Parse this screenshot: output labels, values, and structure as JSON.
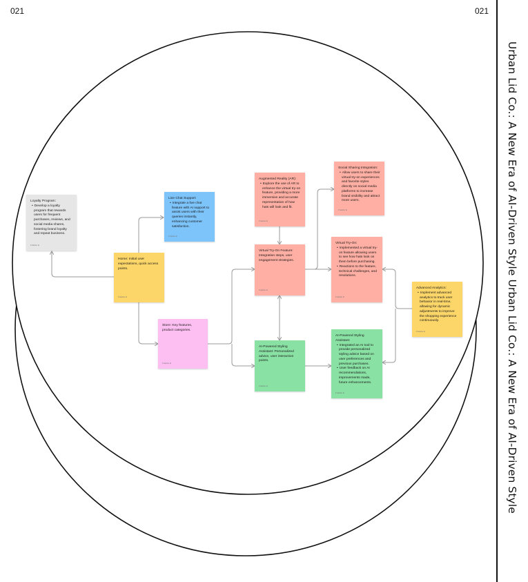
{
  "page_number_left": "021",
  "page_number_right": "021",
  "side_title": "Urban Lid Co.: A New Era of AI-Driven Style Urban Lid Co.: A New Era of AI-Driven Style",
  "colors": {
    "grey": "#e6e6e6",
    "yellow": "#fcd669",
    "blue": "#7dc4fa",
    "pink": "#fdbff2",
    "salmon": "#ffafa3",
    "green": "#89e1a4",
    "connector": "#9a9a9a"
  },
  "notes": {
    "loyalty": {
      "title": "Loyalty Program:",
      "bullets": [
        "Develop a loyalty program that rewards users for frequent purchases, reviews, and social media shares, fostering brand loyalty and repeat business."
      ],
      "body": "",
      "footer": "Frankie E"
    },
    "home": {
      "title": "",
      "bullets": [],
      "body": "Home: Initial user expectations, quick access points.",
      "footer": "Frankie E"
    },
    "livechat": {
      "title": "Live Chat Support:",
      "bullets": [
        "Integrate a live chat feature with AI support to assist users with their queries instantly, enhancing customer satisfaction."
      ],
      "body": "",
      "footer": "Frankie E"
    },
    "store": {
      "title": "",
      "bullets": [],
      "body": "Store: Key features, product categories.",
      "footer": "Frankie E"
    },
    "ar": {
      "title": "Augmented Reality (AR):",
      "bullets": [
        "Explore the use of AR to enhance the virtual try-on feature, providing a more immersive and accurate representation of how hats will look and fit."
      ],
      "body": "",
      "footer": "Frankie E"
    },
    "vto": {
      "title": "",
      "bullets": [],
      "body": "Virtual Try-On Feature: Integration steps, user engagement strategies.",
      "footer": "Frankie E"
    },
    "aistyle": {
      "title": "",
      "bullets": [],
      "body": "AI-Powered Styling Assistant: Personalized advice, user interaction points.",
      "footer": "Frankie E"
    },
    "social": {
      "title": "Social Sharing Integration:",
      "bullets": [
        "Allow users to share their virtual try-on experiences and favorite styles directly on social media platforms to increase brand visibility and attract more users."
      ],
      "body": "",
      "footer": "Frankie E"
    },
    "vto2": {
      "title": "Virtual Try-On:",
      "bullets": [
        "Implemented a virtual try-on feature allowing users to see how hats look on them before purchasing.",
        "Reactions to the feature, technical challenges, and resolutions."
      ],
      "body": "",
      "footer": "Frankie E"
    },
    "aistyle2": {
      "title": "AI-Powered Styling Assistant:",
      "bullets": [
        "Integrated an AI tool to provide personalized styling advice based on user preferences and previous purchases.",
        "User feedback on AI recommendations, improvements made, future enhancements."
      ],
      "body": "",
      "footer": "Frankie E"
    },
    "analytics": {
      "title": "Advanced Analytics:",
      "bullets": [
        "Implement advanced analytics to track user behavior in real-time, allowing for dynamic adjustments to improve the shopping experience continuously."
      ],
      "body": "",
      "footer": "Frankie E"
    }
  }
}
